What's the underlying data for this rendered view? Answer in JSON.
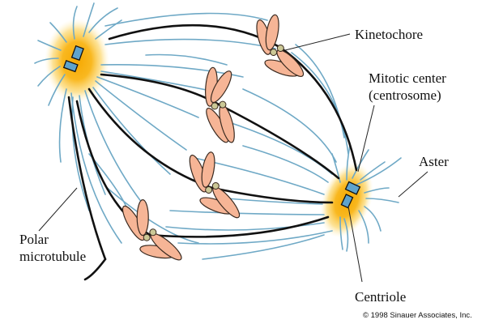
{
  "diagram": {
    "title": "Mitotic spindle",
    "labels": {
      "kinetochore": "Kinetochore",
      "mitotic_center_line1": "Mitotic center",
      "mitotic_center_line2": "(centrosome)",
      "aster": "Aster",
      "polar_microtubule_line1": "Polar",
      "polar_microtubule_line2": "microtubule",
      "centriole": "Centriole"
    },
    "copyright": "© 1998 Sinauer Associates, Inc.",
    "colors": {
      "microtubule": "#6fa9c6",
      "kinetochore_fiber": "#111111",
      "chromosome": "#f6b596",
      "centrosome_glow": "#f7b21b",
      "centriole": "#5fa3cc"
    }
  }
}
